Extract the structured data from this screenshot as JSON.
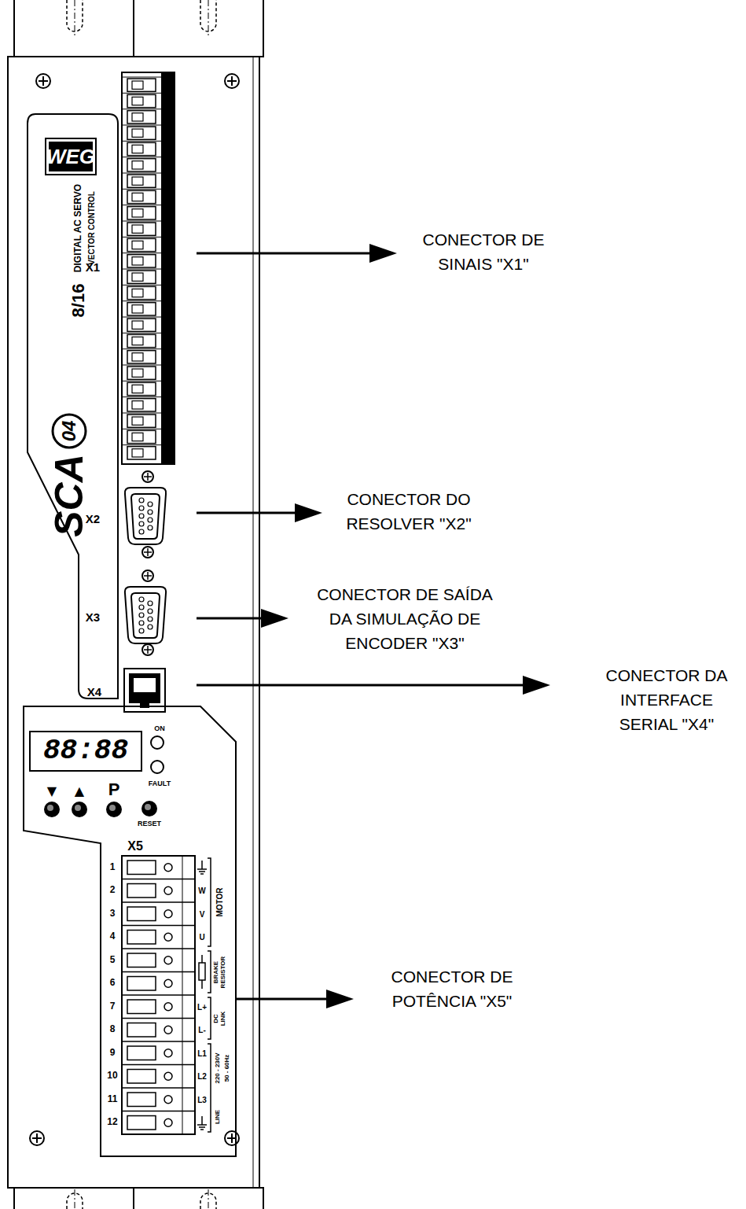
{
  "diagram": {
    "labels": [
      "WEG",
      "DIGITAL AC SERVO",
      "VECTOR CONTROL",
      "8/16",
      "SCA",
      "04",
      "X1",
      "CONECTOR DE SINAIS \"X1\"",
      "X2",
      "CONECTOR DO RESOLVER \"X2\"",
      "X3",
      "CONECTOR DE SAÍDA DA SIMULAÇÃO DE ENCODER \"X3\"",
      "X4",
      "CONECTOR DA INTERFACE SERIAL \"X4\"",
      "88:88",
      "ON",
      "FAULT",
      "▼",
      "▲",
      "P",
      "RESET",
      "X5",
      "1",
      "2",
      "3",
      "4",
      "5",
      "6",
      "7",
      "8",
      "9",
      "10",
      "11",
      "12",
      "W",
      "V",
      "U",
      "MOTOR",
      "BRAKE RESISTOR",
      "L+",
      "L-",
      "DC LINK",
      "L1",
      "L2",
      "L3",
      "220 - 230V",
      "50 - 60Hz",
      "LINE",
      "CONECTOR DE POTÊNCIA \"X5\""
    ]
  }
}
